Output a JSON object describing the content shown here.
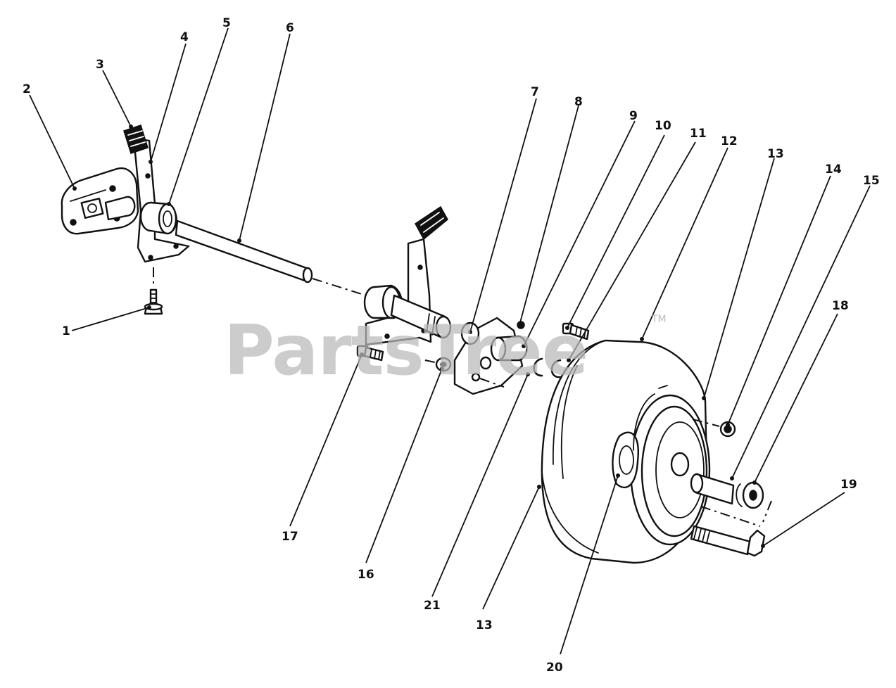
{
  "watermark": {
    "text": "PartsTree",
    "trademark": "TM"
  },
  "callouts": [
    "1",
    "2",
    "3",
    "4",
    "5",
    "6",
    "7",
    "8",
    "9",
    "10",
    "11",
    "12",
    "13",
    "14",
    "15",
    "16",
    "17",
    "18",
    "19",
    "20",
    "21",
    "13"
  ]
}
